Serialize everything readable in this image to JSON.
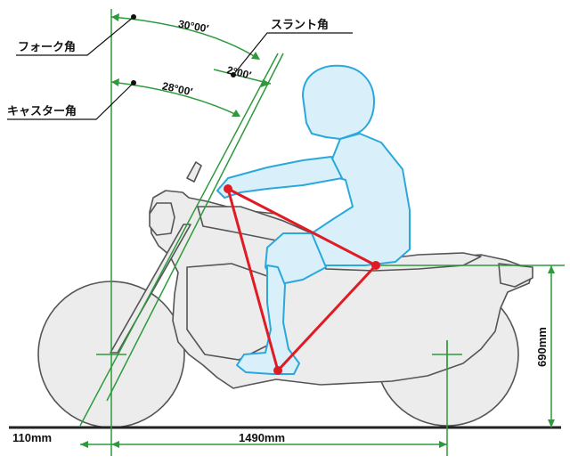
{
  "labels": {
    "fork_angle": "フォーク角",
    "caster_angle": "キャスター角",
    "slant_angle": "スラント角",
    "fork_angle_value": "30°00′",
    "caster_angle_value": "28°00′",
    "slant_angle_value": "2°00′",
    "trail": "110mm",
    "wheelbase": "1490mm",
    "seat_height": "690mm"
  },
  "colors": {
    "guide_green": "#2e9a3c",
    "rider_blue": "#2aa8dc",
    "rider_fill": "#d9f0fb",
    "bike_fill": "#ececec",
    "bike_stroke": "#555555",
    "triangle_red": "#e01b24",
    "ground": "#222222"
  }
}
